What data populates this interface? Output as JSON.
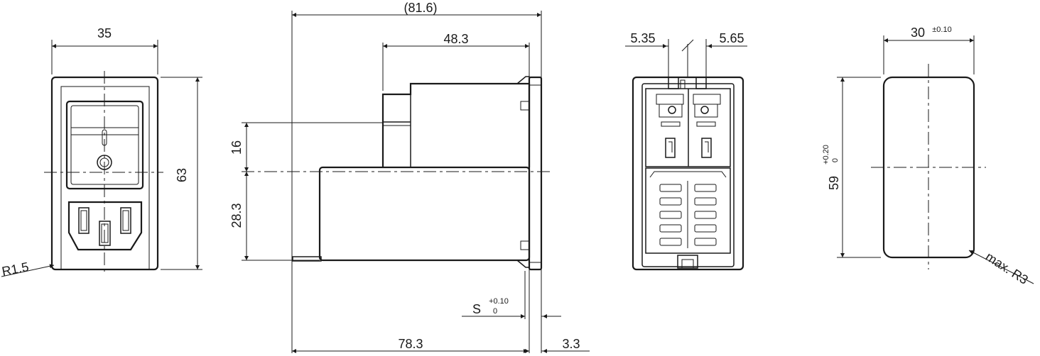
{
  "dimensions": {
    "front_width": "35",
    "front_height": "63",
    "corner_radius": "R1.5",
    "overall_length": "(81.6)",
    "body_length": "48.3",
    "upper_height": "16",
    "lower_height": "28.3",
    "panel_thickness": "S",
    "panel_tol_plus": "+0.10",
    "panel_tol_minus": "0",
    "depth": "78.3",
    "flange": "3.3",
    "pin_left": "5.35",
    "pin_right": "5.65",
    "cutout_width": "30",
    "cutout_width_tol": "±0.10",
    "cutout_height": "59",
    "cutout_height_tol_plus": "+0.20",
    "cutout_height_tol_minus": "0",
    "cutout_radius": "max. R3"
  },
  "colors": {
    "line": "#1a1a1a",
    "background": "#ffffff",
    "detail": "#e6e6e6"
  }
}
